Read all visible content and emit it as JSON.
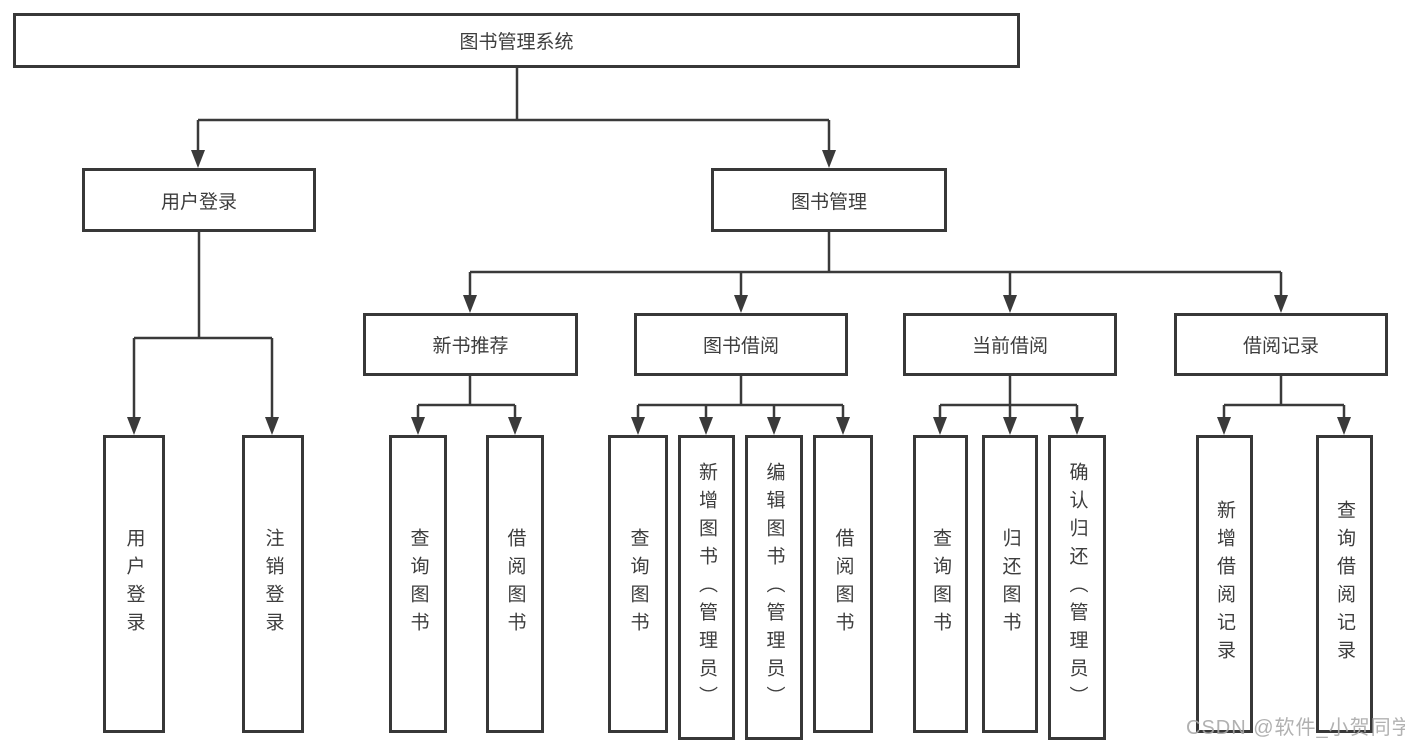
{
  "diagram": {
    "type": "tree",
    "root": {
      "label": "图书管理系统"
    },
    "level2": [
      {
        "label": "用户登录",
        "parent": "图书管理系统"
      },
      {
        "label": "图书管理",
        "parent": "图书管理系统"
      }
    ],
    "level3": [
      {
        "label": "新书推荐",
        "parent": "图书管理"
      },
      {
        "label": "图书借阅",
        "parent": "图书管理"
      },
      {
        "label": "当前借阅",
        "parent": "图书管理"
      },
      {
        "label": "借阅记录",
        "parent": "图书管理"
      }
    ],
    "leaves": [
      {
        "label": "用户登录",
        "parent": "用户登录"
      },
      {
        "label": "注销登录",
        "parent": "用户登录"
      },
      {
        "label": "查询图书",
        "parent": "新书推荐"
      },
      {
        "label": "借阅图书",
        "parent": "新书推荐"
      },
      {
        "label": "查询图书",
        "parent": "图书借阅"
      },
      {
        "label": "新增图书（管理员）",
        "parent": "图书借阅"
      },
      {
        "label": "编辑图书（管理员）",
        "parent": "图书借阅"
      },
      {
        "label": "借阅图书",
        "parent": "图书借阅"
      },
      {
        "label": "查询图书",
        "parent": "当前借阅"
      },
      {
        "label": "归还图书",
        "parent": "当前借阅"
      },
      {
        "label": "确认归还（管理员）",
        "parent": "当前借阅"
      },
      {
        "label": "新增借阅记录",
        "parent": "借阅记录"
      },
      {
        "label": "查询借阅记录",
        "parent": "借阅记录"
      }
    ]
  },
  "watermark": "CSDN @软件_小贺同学",
  "colors": {
    "line": "#3a3a3a",
    "border": "#383838",
    "text": "#3d3d3d",
    "background": "#ffffff",
    "watermark": "#a8a8a8"
  }
}
